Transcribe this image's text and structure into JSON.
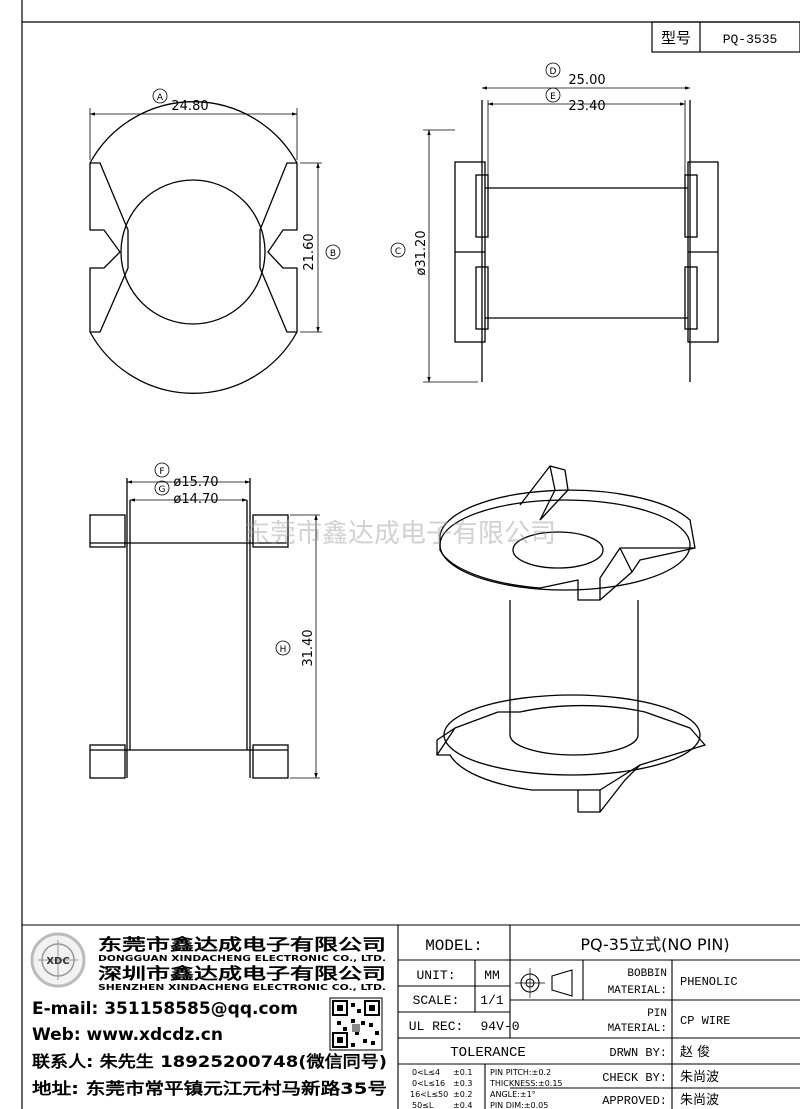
{
  "header": {
    "type_label": "型号",
    "model_code": "PQ-3535"
  },
  "dimensions": {
    "A": {
      "tag": "A",
      "value": "24.80"
    },
    "B": {
      "tag": "B",
      "value": "21.60"
    },
    "C": {
      "tag": "C",
      "value": "ø31.20"
    },
    "D": {
      "tag": "D",
      "value": "25.00"
    },
    "E": {
      "tag": "E",
      "value": "23.40"
    },
    "F": {
      "tag": "F",
      "value": "ø15.70"
    },
    "G": {
      "tag": "G",
      "value": "ø14.70"
    },
    "H": {
      "tag": "H",
      "value": "31.40"
    }
  },
  "watermark": "东莞市鑫达成电子有限公司",
  "company": {
    "logo_text": "XDC",
    "name_dg": "东莞市鑫达成电子有限公司",
    "name_dg_en": "DONGGUAN XINDACHENG ELECTRONIC CO., LTD.",
    "name_sz": "深圳市鑫达成电子有限公司",
    "name_sz_en": "SHENZHEN XINDACHENG ELECTRONIC CO., LTD.",
    "email": "E-mail: 351158585@qq.com",
    "web": "Web: www.xdcdz.cn",
    "contact": "联系人: 朱先生 18925200748(微信同号)",
    "address": "地址: 东莞市常平镇元江元村马新路35号"
  },
  "title_block": {
    "model_label": "MODEL:",
    "model_value": "PQ-35立式(NO PIN)",
    "unit_label": "UNIT:",
    "unit_value": "MM",
    "scale_label": "SCALE:",
    "scale_value": "1/1",
    "ul_label": "UL REC:",
    "ul_value": "94V-0",
    "tolerance_label": "TOLERANCE",
    "tolerances": [
      {
        "range": "0<L≤4",
        "tol": "±0.1",
        "item": "PIN PITCH:±0.2"
      },
      {
        "range": "0<L≤16",
        "tol": "±0.3",
        "item": "THICKNESS:±0.15"
      },
      {
        "range": "16<L≤50",
        "tol": "±0.2",
        "item": "ANGLE:±1°"
      },
      {
        "range": "50≤L",
        "tol": "±0.4",
        "item": "PIN DIM:±0.05"
      }
    ],
    "bobbin_label_1": "BOBBIN",
    "bobbin_label_2": "MATERIAL:",
    "bobbin_value": "PHENOLIC",
    "pin_label_1": "PIN",
    "pin_label_2": "MATERIAL:",
    "pin_value": "CP WIRE",
    "drwn_label": "DRWN BY:",
    "drwn_value": "赵 俊",
    "check_label": "CHECK BY:",
    "check_value": "朱尚波",
    "approved_label": "APPROVED:",
    "approved_value": "朱尚波"
  }
}
